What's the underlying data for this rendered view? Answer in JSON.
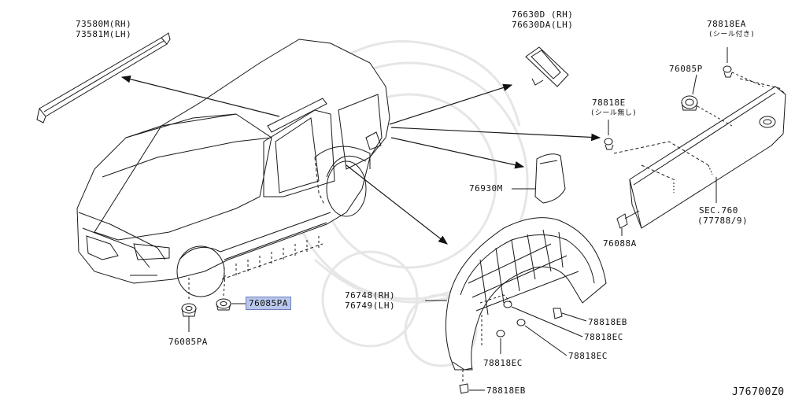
{
  "labels": {
    "mold_rh": "73580M(RH)",
    "mold_lh": "73581M(LH)",
    "cover_rh": "76630D (RH)",
    "cover_lh": "76630DA(LH)",
    "clip_ea": "78818EA",
    "clip_ea_note": "(シール付き)",
    "grommet_p": "76085P",
    "clip_e": "78818E",
    "clip_e_note": "(シール無し)",
    "lid": "76930M",
    "sec": "SEC.760",
    "sec_ref": "(77788/9)",
    "bolt": "76088A",
    "fender_rh": "76748(RH)",
    "fender_lh": "76749(LH)",
    "clip_eb_1": "78818EB",
    "clip_ec_1": "78818EC",
    "clip_ec_2": "78818EC",
    "clip_ec_3": "78818EC",
    "clip_eb_2": "78818EB",
    "grommet_pa_1": "76085PA",
    "grommet_pa_2": "76085PA",
    "diagram_code": "J76700Z0"
  },
  "colors": {
    "line": "#1a1a1a",
    "highlight_bg": "#b9c7ea",
    "highlight_border": "#6d7fbf",
    "watermark": "#e6e6e6"
  }
}
